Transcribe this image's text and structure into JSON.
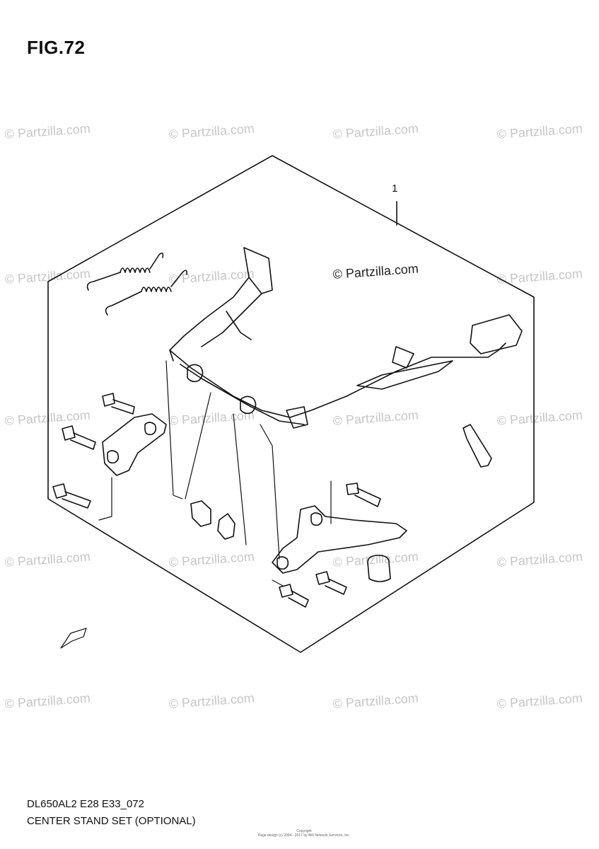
{
  "figure": {
    "title": "FIG.72",
    "code": "DL650AL2 E28 E33_072",
    "description": "CENTER STAND SET (OPTIONAL)",
    "copyright_line1": "Copyright",
    "copyright_line2": "Page design (c) 2004 - 2017 by ARI Network Services, Inc."
  },
  "callouts": [
    {
      "label": "1"
    }
  ],
  "watermarks": {
    "text": "© Partzilla.com",
    "center_text": "© Partzilla.com"
  },
  "colors": {
    "line": "#111111",
    "watermark": "#c7c7c7"
  }
}
